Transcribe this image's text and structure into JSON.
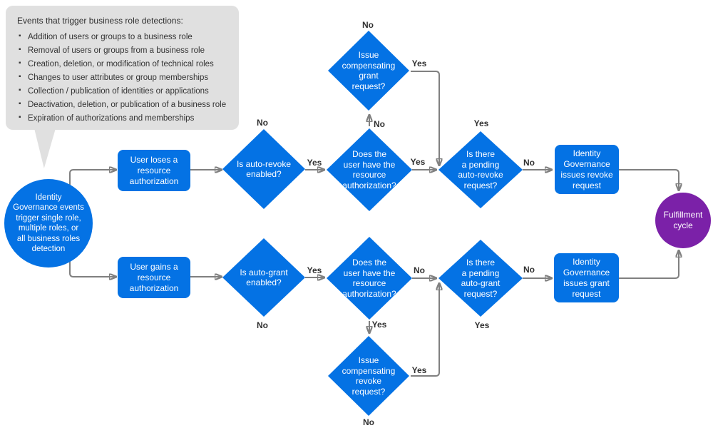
{
  "callout": {
    "title": "Events that trigger business role detections:",
    "items": [
      "Addition of users or groups to a business role",
      "Removal of users or groups from a business role",
      "Creation, deletion, or modification of technical roles",
      "Changes to user attributes or group memberships",
      "Collection / publication of identities or applications",
      "Deactivation, deletion, or publication of a business role",
      "Expiration of authorizations and memberships"
    ]
  },
  "nodes": {
    "start": "Identity\nGovernance events\ntrigger single role,\nmultiple roles, or\nall business roles\ndetection",
    "user_loses": "User loses a\nresource\nauthorization",
    "auto_revoke": "Is auto-revoke\nenabled?",
    "does_user_top": "Does the\nuser have the\nresource\nauthorization?",
    "comp_grant": "Issue\ncompensating\ngrant\nrequest?",
    "pending_revoke": "Is there\na pending\nauto-revoke\nrequest?",
    "ig_revoke": "Identity\nGovernance\nissues revoke\nrequest",
    "fulfillment": "Fulfillment\ncycle",
    "user_gains": "User gains a\nresource\nauthorization",
    "auto_grant": "Is auto-grant\nenabled?",
    "does_user_bot": "Does the\nuser have the\nresource\nauthorization?",
    "comp_revoke": "Issue\ncompensating\nrevoke\nrequest?",
    "pending_grant": "Is there\na pending\nauto-grant\nrequest?",
    "ig_grant": "Identity\nGovernance\nissues grant\nrequest"
  },
  "edges": {
    "auto_revoke_no": "No",
    "auto_revoke_yes": "Yes",
    "does_user_top_no": "No",
    "does_user_top_yes": "Yes",
    "comp_grant_no": "No",
    "comp_grant_yes": "Yes",
    "pending_revoke_yes": "Yes",
    "pending_revoke_no": "No",
    "auto_grant_yes": "Yes",
    "auto_grant_no": "No",
    "does_user_bot_no": "No",
    "does_user_bot_yes": "Yes",
    "comp_revoke_yes": "Yes",
    "comp_revoke_no": "No",
    "pending_grant_yes": "Yes",
    "pending_grant_no": "No"
  },
  "colors": {
    "node_blue": "#0472E4",
    "end_purple": "#7B21A8",
    "connector_gray": "#808080",
    "callout_bg": "#E0E0E0",
    "edge_label_text": "#303030"
  }
}
